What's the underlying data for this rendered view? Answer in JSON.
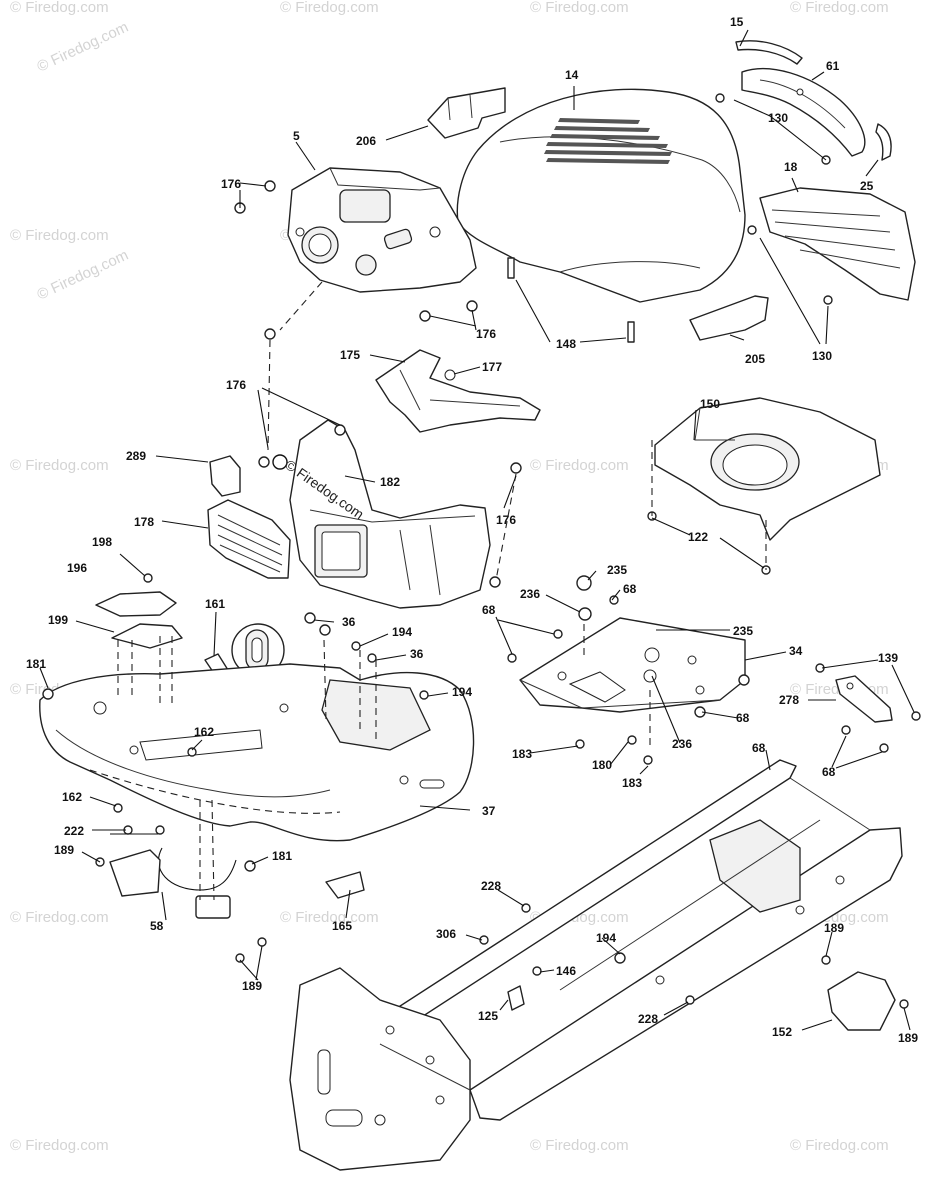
{
  "watermark": "© Firedog.com",
  "callouts": [
    {
      "id": "c15",
      "text": "15"
    },
    {
      "id": "c14",
      "text": "14"
    },
    {
      "id": "c61",
      "text": "61"
    },
    {
      "id": "c206",
      "text": "206"
    },
    {
      "id": "c130a",
      "text": "130"
    },
    {
      "id": "c5",
      "text": "5"
    },
    {
      "id": "c176a",
      "text": "176"
    },
    {
      "id": "c25",
      "text": "25"
    },
    {
      "id": "c18",
      "text": "18"
    },
    {
      "id": "c176b",
      "text": "176"
    },
    {
      "id": "c148",
      "text": "148"
    },
    {
      "id": "c205",
      "text": "205"
    },
    {
      "id": "c130b",
      "text": "130"
    },
    {
      "id": "c175",
      "text": "175"
    },
    {
      "id": "c177",
      "text": "177"
    },
    {
      "id": "c176c",
      "text": "176"
    },
    {
      "id": "c150",
      "text": "150"
    },
    {
      "id": "c289",
      "text": "289"
    },
    {
      "id": "c182",
      "text": "182"
    },
    {
      "id": "c176d",
      "text": "176"
    },
    {
      "id": "c178",
      "text": "178"
    },
    {
      "id": "c122",
      "text": "122"
    },
    {
      "id": "c198",
      "text": "198"
    },
    {
      "id": "c235a",
      "text": "235"
    },
    {
      "id": "c196",
      "text": "196"
    },
    {
      "id": "c236a",
      "text": "236"
    },
    {
      "id": "c68a",
      "text": "68"
    },
    {
      "id": "c161",
      "text": "161"
    },
    {
      "id": "c36a",
      "text": "36"
    },
    {
      "id": "c199",
      "text": "199"
    },
    {
      "id": "c68b",
      "text": "68"
    },
    {
      "id": "c235b",
      "text": "235"
    },
    {
      "id": "c194a",
      "text": "194"
    },
    {
      "id": "c34",
      "text": "34"
    },
    {
      "id": "c36b",
      "text": "36"
    },
    {
      "id": "c139",
      "text": "139"
    },
    {
      "id": "c181a",
      "text": "181"
    },
    {
      "id": "c194b",
      "text": "194"
    },
    {
      "id": "c278",
      "text": "278"
    },
    {
      "id": "c162a",
      "text": "162"
    },
    {
      "id": "c68c",
      "text": "68"
    },
    {
      "id": "c183a",
      "text": "183"
    },
    {
      "id": "c236b",
      "text": "236"
    },
    {
      "id": "c68d",
      "text": "68"
    },
    {
      "id": "c180",
      "text": "180"
    },
    {
      "id": "c68e",
      "text": "68"
    },
    {
      "id": "c183b",
      "text": "183"
    },
    {
      "id": "c162b",
      "text": "162"
    },
    {
      "id": "c37",
      "text": "37"
    },
    {
      "id": "c222",
      "text": "222"
    },
    {
      "id": "c189a",
      "text": "189"
    },
    {
      "id": "c181b",
      "text": "181"
    },
    {
      "id": "c228a",
      "text": "228"
    },
    {
      "id": "c165",
      "text": "165"
    },
    {
      "id": "c58",
      "text": "58"
    },
    {
      "id": "c306",
      "text": "306"
    },
    {
      "id": "c194c",
      "text": "194"
    },
    {
      "id": "c189b",
      "text": "189"
    },
    {
      "id": "c146",
      "text": "146"
    },
    {
      "id": "c189c",
      "text": "189"
    },
    {
      "id": "c125",
      "text": "125"
    },
    {
      "id": "c228b",
      "text": "228"
    },
    {
      "id": "c152",
      "text": "152"
    },
    {
      "id": "c189d",
      "text": "189"
    }
  ]
}
